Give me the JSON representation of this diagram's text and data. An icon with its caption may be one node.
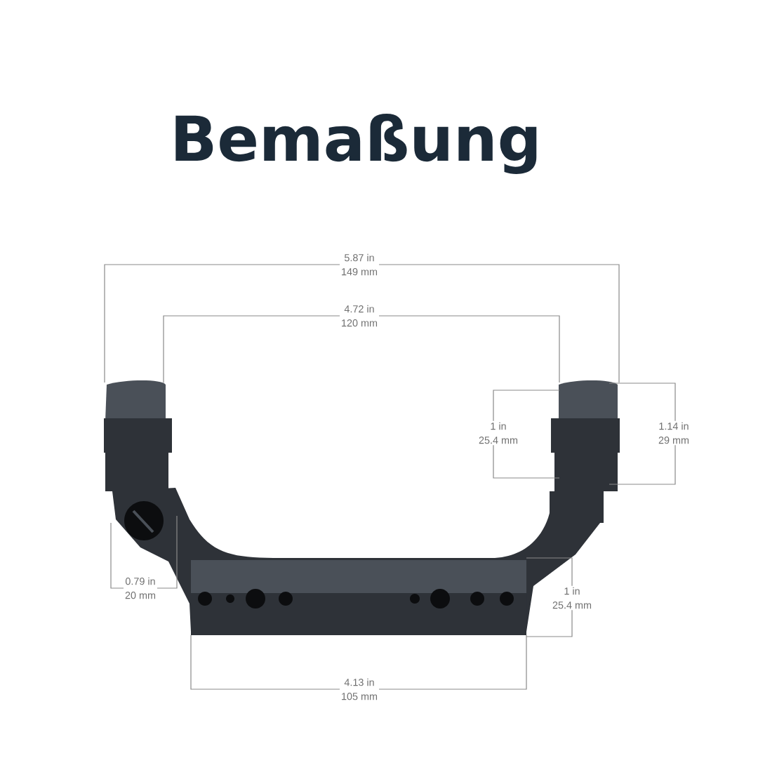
{
  "diagram": {
    "title": "Bemaßung",
    "labels": [
      "5.87 in",
      "149 mm",
      "4.72 in",
      "120 mm",
      "1 in",
      "25.4 mm",
      "1.14 in",
      "29 mm",
      "0.79 in",
      "20 mm",
      "1 in",
      "25.4 mm",
      "4.13 in",
      "105 mm"
    ]
  }
}
